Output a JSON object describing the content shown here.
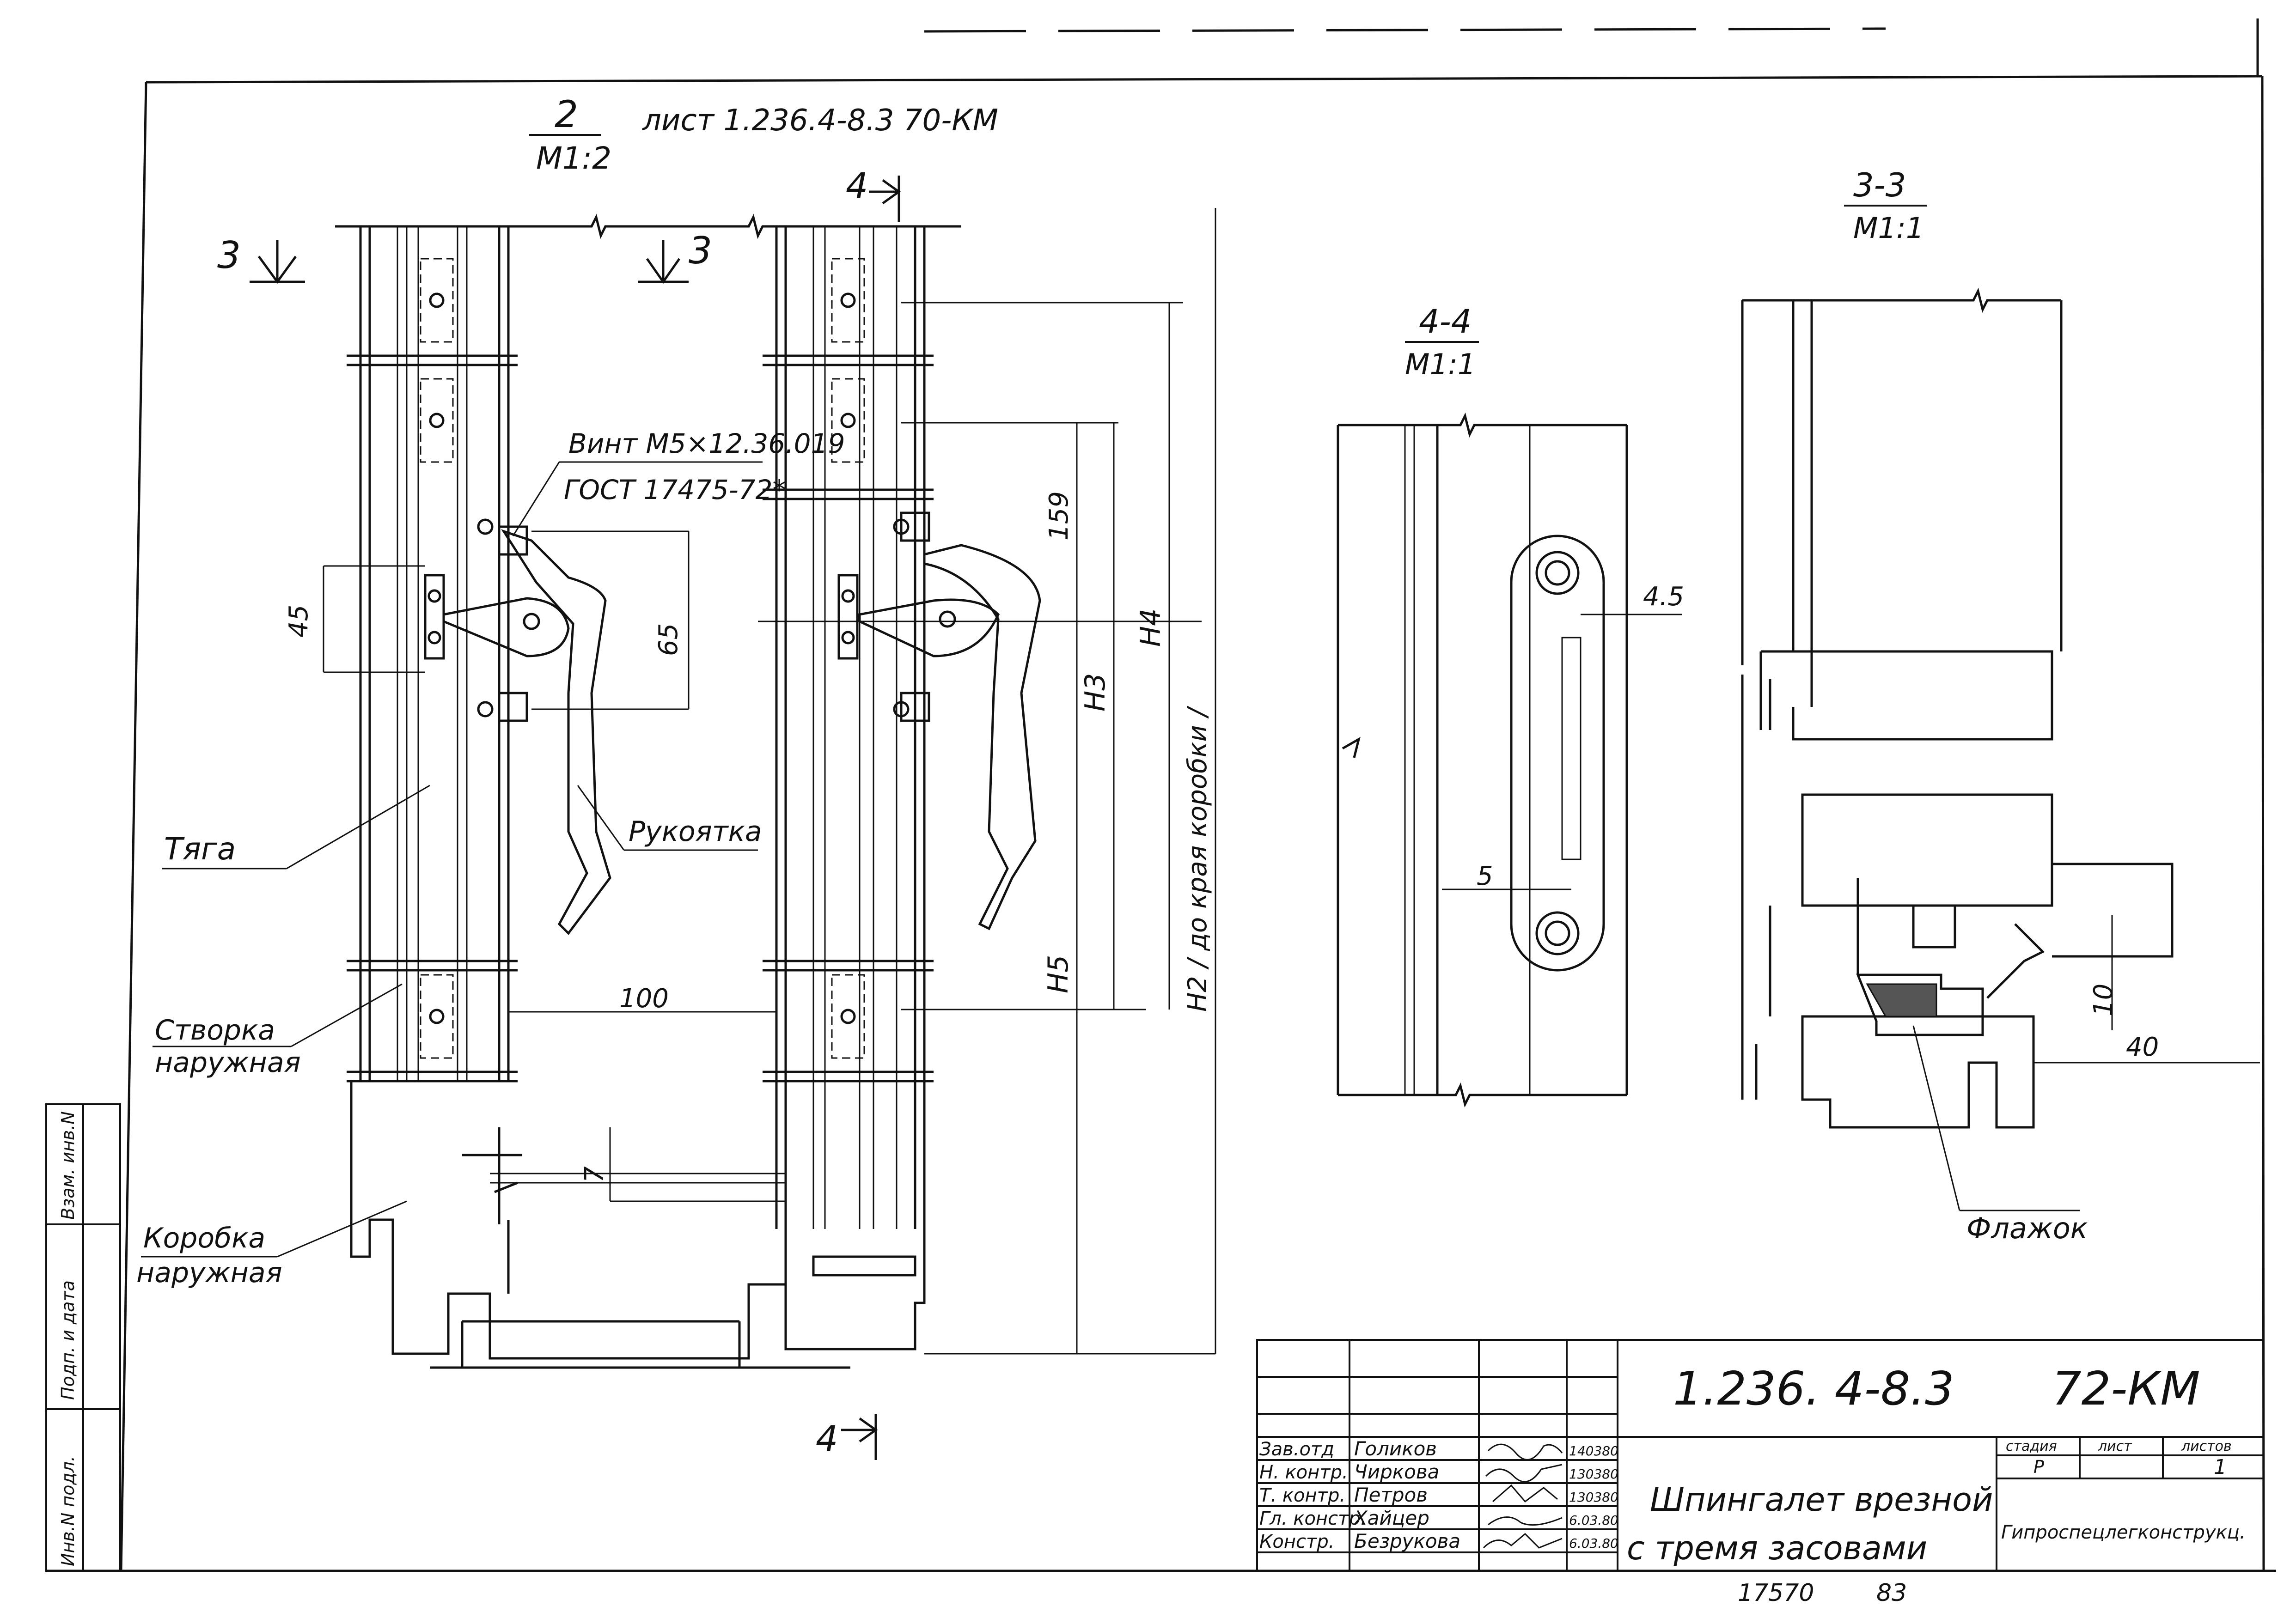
{
  "sheet_reference": "лист 1.236.4-8.3  70-КМ",
  "sections": {
    "view2": {
      "number": "2",
      "scale": "М1:2"
    },
    "section44": {
      "number": "4-4",
      "scale": "М1:1"
    },
    "section33": {
      "number": "3-3",
      "scale": "М1:1"
    }
  },
  "cut_marks": {
    "three": "3",
    "four": "4"
  },
  "labels": {
    "screw_line1": "Винт М5×12.36.019",
    "screw_line2": "ГОСТ 17475-72*",
    "handle": "Рукоятка",
    "rod": "Тяга",
    "sash_line1": "Створка",
    "sash_line2": "наружная",
    "frame_line1": "Коробка",
    "frame_line2": "наружная",
    "flag": "Флажок"
  },
  "dimensions": {
    "d45": "45",
    "d65": "65",
    "d159": "159",
    "dH4": "H4",
    "dH3": "H3",
    "dH5": "H5",
    "dH2": "H2 / до края коробки /",
    "d100": "100",
    "d7": "7",
    "d4_5": "4.5",
    "d5": "5",
    "d10": "10",
    "d40": "40"
  },
  "left_margin_stamp": [
    "Инв.N подл.",
    "Подп. и дата",
    "Взам. инв.N"
  ],
  "title_block": {
    "code": "1.236. 4-8.3",
    "sheet_code": "72-КМ",
    "title_line1": "Шпингалет врезной",
    "title_line2": "с тремя засовами",
    "organization": "Гипроспецлегконструкц.",
    "stage_header": "стадия",
    "sheet_header": "лист",
    "sheets_header": "листов",
    "stage": "Р",
    "sheet": "",
    "sheets": "1",
    "staff": [
      {
        "role": "Зав.отд",
        "name": "Голиков",
        "date": "140380"
      },
      {
        "role": "Н. контр.",
        "name": "Чиркова",
        "date": "130380"
      },
      {
        "role": "Т. контр.",
        "name": "Петров",
        "date": "130380"
      },
      {
        "role": "Гл. констр.",
        "name": "Хайцер",
        "date": "6.03.80"
      },
      {
        "role": "Констр.",
        "name": "Безрукова",
        "date": "6.03.80"
      }
    ]
  },
  "footer": {
    "number": "17570",
    "suffix": "83"
  }
}
